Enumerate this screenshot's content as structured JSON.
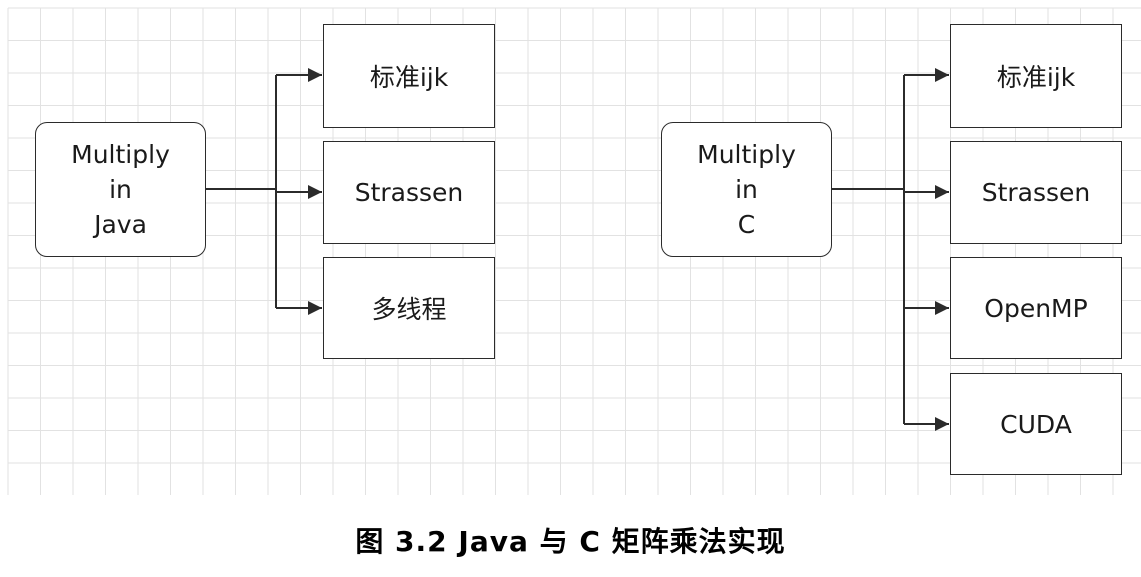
{
  "diagram": {
    "left_group": {
      "source_lines": [
        "Multiply",
        "in",
        "Java"
      ],
      "targets": [
        "标准ijk",
        "Strassen",
        "多线程"
      ]
    },
    "right_group": {
      "source_lines": [
        "Multiply",
        "in",
        "C"
      ],
      "targets": [
        "标准ijk",
        "Strassen",
        "OpenMP",
        "CUDA"
      ]
    }
  },
  "caption": "图 3.2 Java 与 C 矩阵乘法实现",
  "colors": {
    "grid": "#e2e2e2",
    "stroke": "#2b2b2b",
    "text": "#1a1a1a",
    "background": "#ffffff"
  }
}
